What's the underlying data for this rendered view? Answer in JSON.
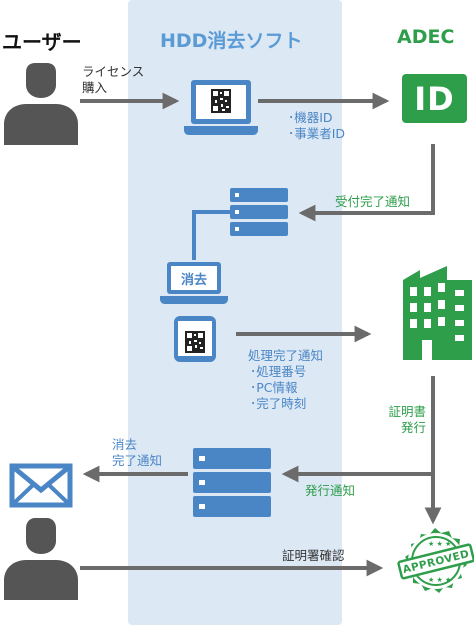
{
  "columns": {
    "user": "ユーザー",
    "software": "HDD消去ソフト",
    "adec": "ADEC"
  },
  "labels": {
    "license_purchase": [
      "ライセンス",
      "購入"
    ],
    "ids": [
      "･機器ID",
      "･事業者ID"
    ],
    "receipt_complete": "受付完了通知",
    "erase_badge": "消去",
    "process_complete": "処理完了通知",
    "process_items": [
      "･処理番号",
      "･PC情報",
      "･完了時刻"
    ],
    "certificate_issue": [
      "証明書",
      "発行"
    ],
    "issue_notice": "発行通知",
    "erase_complete": [
      "消去",
      "完了通知"
    ],
    "certificate_check": "証明署確認",
    "id_logo": "ID",
    "approved_stamp": "APPROVED"
  },
  "colors": {
    "software_blue": "#4a86c5",
    "adec_green": "#2e9e4b",
    "arrow_gray": "#6b6b6b",
    "person_gray": "#555555",
    "lane_bg": "#dde8f5"
  }
}
